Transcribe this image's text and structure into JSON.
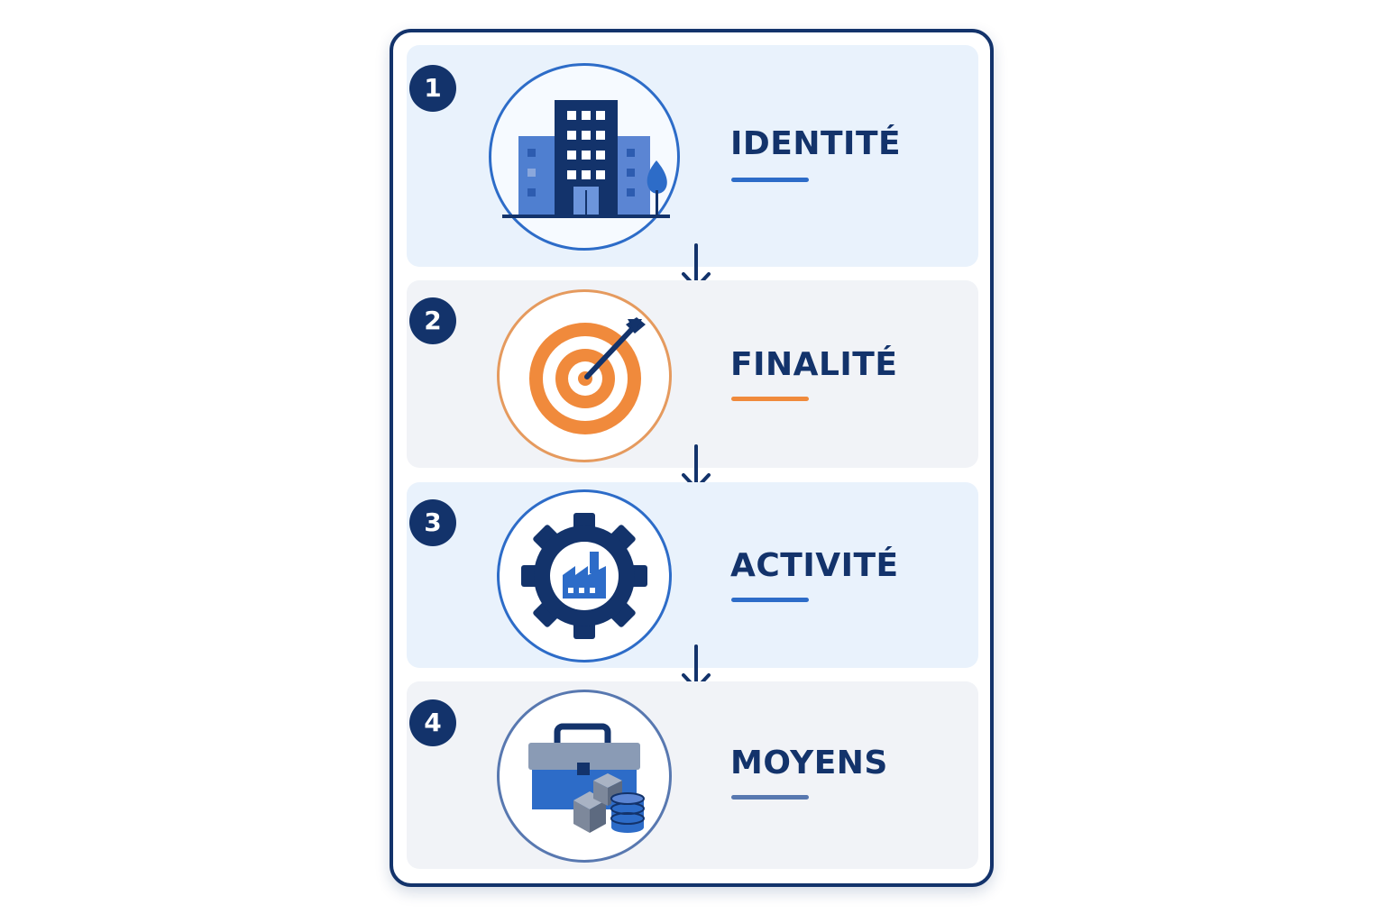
{
  "steps": [
    {
      "number": "1",
      "label": "IDENTITÉ",
      "icon": "building-icon",
      "accent": "#2d6cc8"
    },
    {
      "number": "2",
      "label": "FINALITÉ",
      "icon": "target-icon",
      "accent": "#f08a3c"
    },
    {
      "number": "3",
      "label": "ACTIVITÉ",
      "icon": "gear-factory-icon",
      "accent": "#2d6cc8"
    },
    {
      "number": "4",
      "label": "MOYENS",
      "icon": "toolbox-resources-icon",
      "accent": "#5878b0"
    }
  ],
  "colors": {
    "navy": "#13336b",
    "blue": "#2d6cc8",
    "orange": "#f08a3c",
    "panel_blue": "#e9f2fc",
    "panel_grey": "#f1f3f7"
  }
}
